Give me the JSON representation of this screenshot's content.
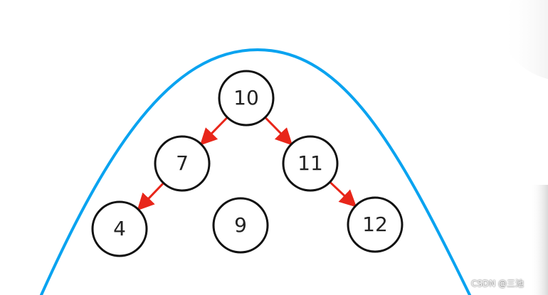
{
  "colors": {
    "curve": "#0aa3f0",
    "arrow": "#e8261a",
    "node_stroke": "#111111",
    "node_fill": "#ffffff"
  },
  "nodes": [
    {
      "id": "n10",
      "label": "10"
    },
    {
      "id": "n7",
      "label": "7"
    },
    {
      "id": "n11",
      "label": "11"
    },
    {
      "id": "n4",
      "label": "4"
    },
    {
      "id": "n9",
      "label": "9"
    },
    {
      "id": "n12",
      "label": "12"
    }
  ],
  "edges": [
    {
      "from": "n10",
      "to": "n7"
    },
    {
      "from": "n10",
      "to": "n11"
    },
    {
      "from": "n7",
      "to": "n4"
    },
    {
      "from": "n11",
      "to": "n12"
    }
  ],
  "watermark": "CSDN @三池"
}
